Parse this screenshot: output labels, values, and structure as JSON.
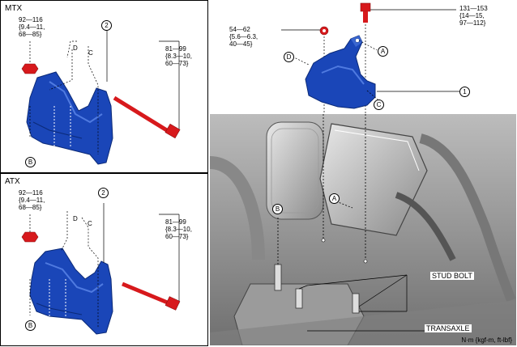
{
  "panels": {
    "mtx": {
      "title": "MTX",
      "torque_top": [
        "92—116",
        "{9.4—11,",
        "68—85}"
      ],
      "torque_bolt": [
        "81—99",
        "{8.3—10,",
        "60—73}"
      ],
      "part_number": "2",
      "callouts": [
        "D",
        "C",
        "B"
      ]
    },
    "atx": {
      "title": "ATX",
      "torque_top": [
        "92—116",
        "{9.4—11,",
        "68—85}"
      ],
      "torque_bolt": [
        "81—99",
        "{8.3—10,",
        "60—73}"
      ],
      "part_number": "2",
      "callouts": [
        "D",
        "C",
        "B"
      ]
    }
  },
  "main": {
    "torque_nut": [
      "54—62",
      "{5.6—6.3,",
      "40—45}"
    ],
    "torque_bolt": [
      "131—153",
      "{14—15,",
      "97—112}"
    ],
    "part_number": "1",
    "callouts": [
      "A",
      "D",
      "C",
      "A",
      "B"
    ],
    "labels": {
      "stud_bolt": "STUD BOLT",
      "transaxle": "TRANSAXLE"
    },
    "unit": "N·m {kgf-m, ft-lbf}"
  },
  "colors": {
    "part_blue": "#1a46b8",
    "bolt_red": "#d7191c",
    "photo_gray": "#9a9a9a"
  }
}
